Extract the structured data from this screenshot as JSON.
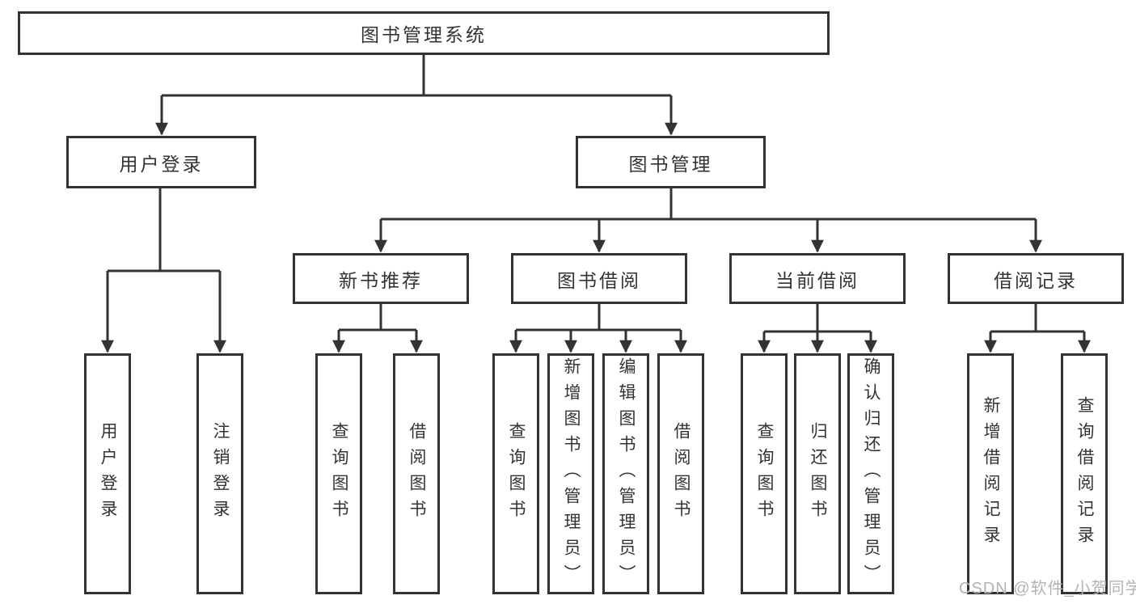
{
  "tree": {
    "label": "图书管理系统",
    "children": [
      {
        "label": "用户登录",
        "children": [
          {
            "label": "用户登录"
          },
          {
            "label": "注销登录"
          }
        ]
      },
      {
        "label": "图书管理",
        "children": [
          {
            "label": "新书推荐",
            "children": [
              {
                "label": "查询图书"
              },
              {
                "label": "借阅图书"
              }
            ]
          },
          {
            "label": "图书借阅",
            "children": [
              {
                "label": "查询图书"
              },
              {
                "label": "新增图书（管理员）"
              },
              {
                "label": "编辑图书（管理员）"
              },
              {
                "label": "借阅图书"
              }
            ]
          },
          {
            "label": "当前借阅",
            "children": [
              {
                "label": "查询图书"
              },
              {
                "label": "归还图书"
              },
              {
                "label": "确认归还（管理员）"
              }
            ]
          },
          {
            "label": "借阅记录",
            "children": [
              {
                "label": "新增借阅记录"
              },
              {
                "label": "查询借阅记录"
              }
            ]
          }
        ]
      }
    ]
  },
  "watermark": {
    "text": "CSDN @软件_小贺同学"
  },
  "colors": {
    "line": "#333333",
    "box_border": "#333333",
    "box_fill": "#ffffff",
    "text": "#333333",
    "watermark_text": "#b3b3b3"
  }
}
